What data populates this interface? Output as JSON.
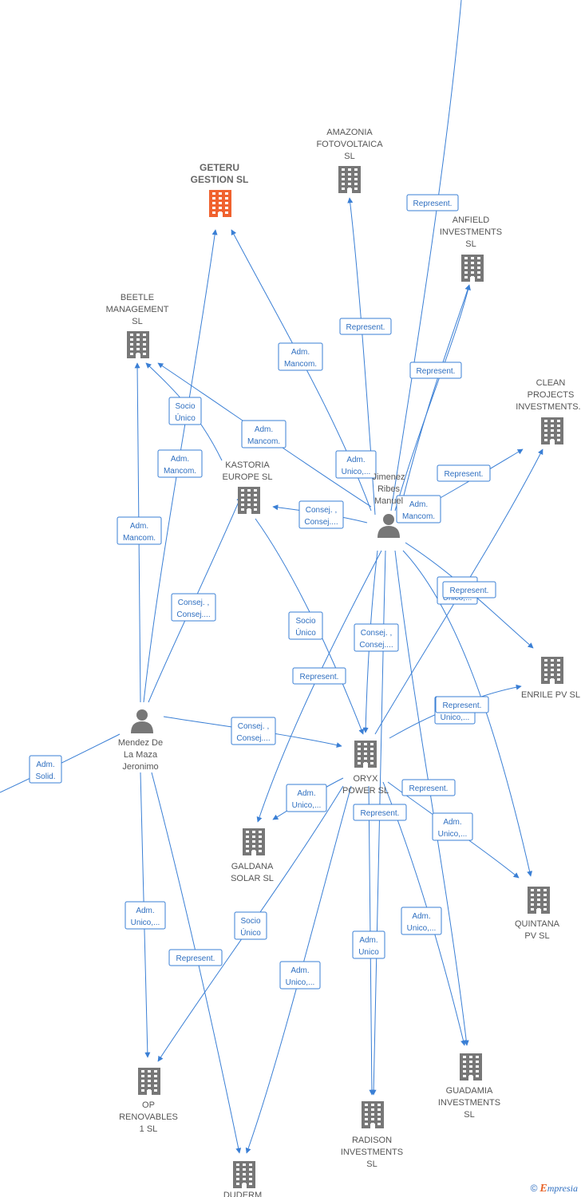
{
  "footer": {
    "copyright": "©",
    "brand_initial": "E",
    "brand_rest": "mpresia"
  },
  "nodes": [
    {
      "id": "geteru",
      "type": "company",
      "lines": [
        "GETERU",
        "GESTION  SL"
      ],
      "highlight": true,
      "color": "#f0622f"
    },
    {
      "id": "amazonia",
      "type": "company",
      "lines": [
        "AMAZONIA",
        "FOTOVOLTAICA",
        "SL"
      ],
      "color": "#777777"
    },
    {
      "id": "anfield",
      "type": "company",
      "lines": [
        "ANFIELD",
        "INVESTMENTS",
        "SL"
      ],
      "color": "#777777"
    },
    {
      "id": "beetle",
      "type": "company",
      "lines": [
        "BEETLE",
        "MANAGEMENT",
        "SL"
      ],
      "color": "#777777"
    },
    {
      "id": "clean",
      "type": "company",
      "lines": [
        "CLEAN",
        "PROJECTS",
        "INVESTMENTS..."
      ],
      "color": "#777777"
    },
    {
      "id": "kastoria",
      "type": "company",
      "lines": [
        "KASTORIA",
        "EUROPE  SL"
      ],
      "color": "#777777"
    },
    {
      "id": "jimenez",
      "type": "person",
      "lines": [
        "Jimenez",
        "Ribes",
        "Manuel"
      ],
      "color": "#777777"
    },
    {
      "id": "enrile",
      "type": "company",
      "lines": [
        "ENRILE PV  SL"
      ],
      "color": "#777777"
    },
    {
      "id": "mendez",
      "type": "person",
      "lines": [
        "Mendez De",
        "La Maza",
        "Jeronimo"
      ],
      "color": "#777777"
    },
    {
      "id": "oryx",
      "type": "company",
      "lines": [
        "ORYX",
        "POWER  SL"
      ],
      "color": "#777777"
    },
    {
      "id": "galdana",
      "type": "company",
      "lines": [
        "GALDANA",
        "SOLAR  SL"
      ],
      "color": "#777777"
    },
    {
      "id": "quintana",
      "type": "company",
      "lines": [
        "QUINTANA",
        "PV  SL"
      ],
      "color": "#777777"
    },
    {
      "id": "op",
      "type": "company",
      "lines": [
        "OP",
        "RENOVABLES",
        "1  SL"
      ],
      "color": "#777777"
    },
    {
      "id": "guadamia",
      "type": "company",
      "lines": [
        "GUADAMIA",
        "INVESTMENTS",
        "SL"
      ],
      "color": "#777777"
    },
    {
      "id": "radison",
      "type": "company",
      "lines": [
        "RADISON",
        "INVESTMENTS",
        "SL"
      ],
      "color": "#777777"
    },
    {
      "id": "duderm",
      "type": "company",
      "lines": [
        "DUDERM"
      ],
      "color": "#777777"
    }
  ],
  "edge_labels": [
    {
      "lines": [
        "Represent."
      ]
    },
    {
      "lines": [
        "Represent."
      ]
    },
    {
      "lines": [
        "Represent."
      ]
    },
    {
      "lines": [
        "Adm.",
        "Mancom."
      ]
    },
    {
      "lines": [
        "Socio",
        "Único"
      ]
    },
    {
      "lines": [
        "Adm.",
        "Mancom."
      ]
    },
    {
      "lines": [
        "Adm.",
        "Mancom."
      ]
    },
    {
      "lines": [
        "Adm.",
        "Mancom."
      ]
    },
    {
      "lines": [
        "Adm.",
        "Unico,..."
      ]
    },
    {
      "lines": [
        "Represent."
      ]
    },
    {
      "lines": [
        "Adm.",
        "Mancom."
      ]
    },
    {
      "lines": [
        "Consej. ,",
        "Consej...."
      ]
    },
    {
      "lines": [
        "Consej. ,",
        "Consej...."
      ]
    },
    {
      "lines": [
        "Adm.",
        "Unico,..."
      ]
    },
    {
      "lines": [
        "Represent."
      ]
    },
    {
      "lines": [
        "Socio",
        "Único"
      ]
    },
    {
      "lines": [
        "Consej. ,",
        "Consej...."
      ]
    },
    {
      "lines": [
        "Represent."
      ]
    },
    {
      "lines": [
        "Adm.",
        "Unico,..."
      ]
    },
    {
      "lines": [
        "Represent."
      ]
    },
    {
      "lines": [
        "Consej. ,",
        "Consej...."
      ]
    },
    {
      "lines": [
        "Adm.",
        "Solid."
      ]
    },
    {
      "lines": [
        "Adm.",
        "Unico,..."
      ]
    },
    {
      "lines": [
        "Represent."
      ]
    },
    {
      "lines": [
        "Represent."
      ]
    },
    {
      "lines": [
        "Adm.",
        "Unico,..."
      ]
    },
    {
      "lines": [
        "Adm.",
        "Unico,..."
      ]
    },
    {
      "lines": [
        "Represent."
      ]
    },
    {
      "lines": [
        "Socio",
        "Único"
      ]
    },
    {
      "lines": [
        "Adm.",
        "Unico,..."
      ]
    },
    {
      "lines": [
        "Adm.",
        "Unico"
      ]
    },
    {
      "lines": [
        "Adm.",
        "Unico,..."
      ]
    }
  ]
}
